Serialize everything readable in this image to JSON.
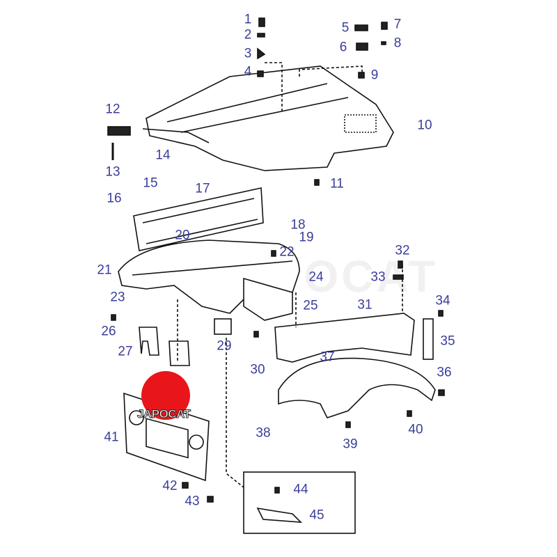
{
  "diagram": {
    "watermark": "JAPOCAT",
    "logo_text": "JAPOCAT",
    "label_color": "#3a3d9a",
    "logo_color": "#e8161a",
    "callouts": [
      "1",
      "2",
      "3",
      "4",
      "5",
      "6",
      "7",
      "8",
      "9",
      "10",
      "11",
      "12",
      "13",
      "14",
      "15",
      "16",
      "17",
      "18",
      "19",
      "20",
      "21",
      "22",
      "23",
      "24",
      "25",
      "26",
      "27",
      "29",
      "30",
      "31",
      "32",
      "33",
      "34",
      "35",
      "36",
      "37",
      "38",
      "39",
      "40",
      "41",
      "42",
      "43",
      "44",
      "45"
    ]
  }
}
